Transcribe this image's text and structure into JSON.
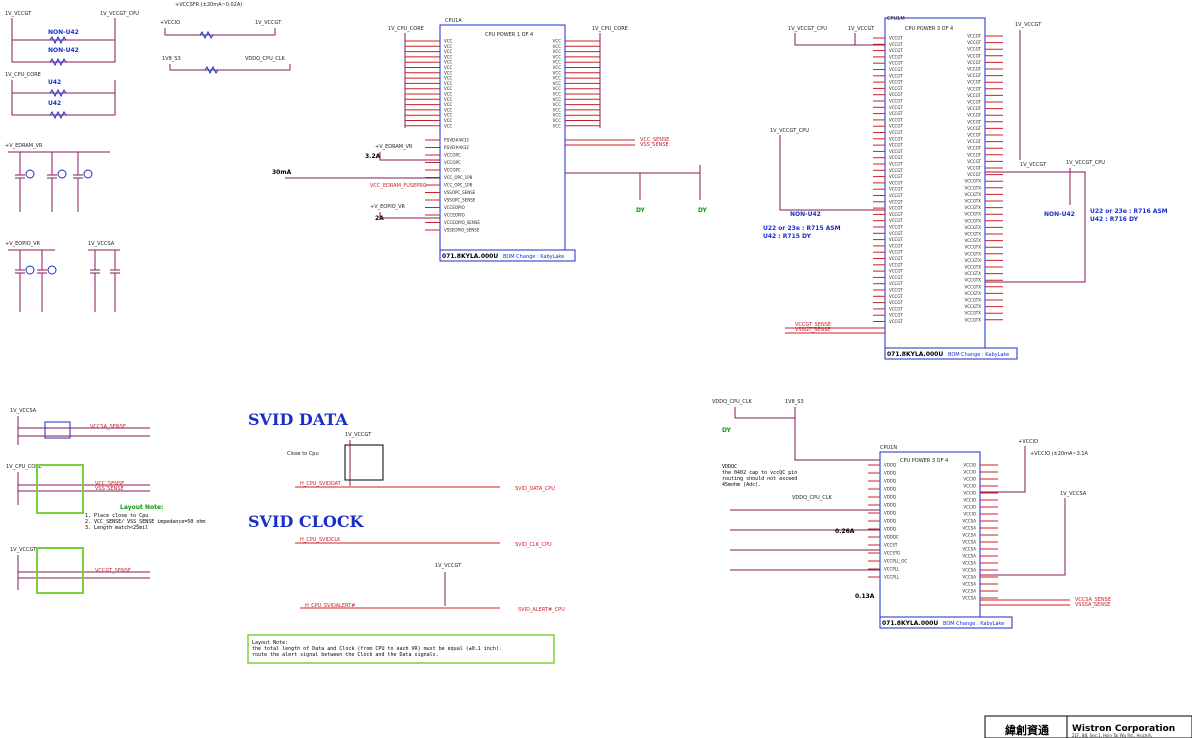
{
  "parts": {
    "u1": {
      "ref": "CPU1A",
      "title": "CPU POWER 1 OF 4",
      "bom": "071.8KYLA.000U",
      "bom_note": "BOM Change : KabyLake"
    },
    "u2": {
      "ref": "CPU1M",
      "title": "CPU POWER 3 OF 4",
      "bom": "071.8KYLA.000U",
      "bom_note": "BOM Change : KabyLake"
    },
    "u3": {
      "ref": "CPU1N",
      "title": "CPU POWER 3 OF 4",
      "bom": "071.8KYLA.000U",
      "bom_note": "BOM Change : KabyLake"
    }
  },
  "labels": {
    "non_u42_1": "NON-U42",
    "non_u42_2": "NON-U42",
    "u42_1": "U42",
    "u42_2": "U42",
    "non_u42_3": "NON-U42",
    "non_u42_4": "NON-U42",
    "note_r715_a": "U22 or 23e : R715 ASM",
    "note_r715_b": "U42 : R715 DY",
    "note_r716_a": "U22 or 23e : R716 ASM",
    "note_r716_b": "U42 : R716 DY",
    "svid_data": "SVID DATA",
    "svid_clock": "SVID CLOCK",
    "layout_title": "Layout Note:",
    "layout_1": "1. Place close to Cpu",
    "layout_2": "2. VCC_SENSE/ VSS_SENSE impedance=50 ohm",
    "layout_3": "3. Length match<25mil",
    "layout2_title": "Layout Note:",
    "layout2_1": "the total length of Data and Clock (from CPU to each VR) must be equal (±0.1 inch).",
    "layout2_2": "route the alert signal between the Clock and the Data signals.",
    "vddq_note_1": "VDDQC",
    "vddq_note_2": "the 0402 cap to vccQC pin",
    "vddq_note_3": "routing should not exceed",
    "vddq_note_4": "45mohm (Adc).",
    "close_cpu": "Close to Cpu",
    "company": "Wistron Corporation",
    "company_cn": "緯創資通",
    "addr": "21F, 88, Sec.1, Hsin Tai Wu Rd., Hsichih,",
    "vccsfr": "+VCCSFR (±20mA~0.02A)",
    "vccio_cur": "+VCCIO (±20mA~3.1A",
    "amp_32": "3.2A",
    "amp_30": "30mA",
    "amp_2": "2A",
    "amp_026": "0.26A",
    "amp_013": "0.13A",
    "dy1": "DY",
    "dy2": "DY",
    "dy3": "DY"
  },
  "nets": {
    "vccgt": "1V_VCCGT",
    "vccgt_cpu": "1V_VCCGT_CPU",
    "cpu_core": "1V_CPU_CORE",
    "edram_vr": "+V_EDRAM_VR",
    "edram_vr2": "+V_EDRAM_VR",
    "eopio_vr": "+V_EOPIO_VR",
    "vccsa": "1V_VCCSA",
    "vddq": "VDDQ_CPU_CLK",
    "vcc1v8": "1V8_S3",
    "vcc_sense": "VCC_SENSE",
    "vss_sense": "VSS_SENSE",
    "vccgt_sense": "VCCGT_SENSE",
    "vssgt_sense": "VSSGT_SENSE",
    "vccsa_sense": "VCCSA_SENSE",
    "vsssa_sense": "VSSSA_SENSE",
    "svid_data": "SVID_DATA_CPU",
    "svid_clk": "SVID_CLK_CPU",
    "svid_alert": "SVID_ALERT#_CPU",
    "h_svid_data": "H_CPU_SVIDDAT",
    "h_svid_clk": "H_CPU_SVIDCLK",
    "h_svid_alert": "H_CPU_SVIDALERT#",
    "edram_fuse": "VCC_EDRAM_FUSEPRG",
    "vccio": "+VCCIO"
  },
  "pins_left_u1": [
    "VCC",
    "VCC",
    "VCC",
    "VCC",
    "VCC",
    "VCC",
    "VCC",
    "VCC",
    "VCC",
    "VCC",
    "VCC",
    "VCC",
    "VCC",
    "VCC",
    "VCC",
    "VCC",
    "VCC"
  ],
  "pins_right_u1": [
    "VCC",
    "VCC",
    "VCC",
    "VCC",
    "VCC",
    "VCC",
    "VCC",
    "VCC",
    "VCC",
    "VCC",
    "VCC",
    "VCC",
    "VCC",
    "VCC",
    "VCC",
    "VCC",
    "VCC"
  ],
  "pins_left_u1b": [
    "RSVD#AK32",
    "RSVD#AK32",
    "VCCOPC",
    "VCCOPC",
    "VCCOPC",
    "VCC_OPC_1P8",
    "VCC_OPC_1P8",
    "VSSOPC_SENSE",
    "VSSOPC_SENSE",
    "VCCEOPIO",
    "VCCEOPIO",
    "VCCEOPIO_SENSE",
    "VSSEOPIO_SENSE"
  ],
  "pins_left_u2": [
    "VCCGT",
    "VCCGT",
    "VCCGT",
    "VCCGT",
    "VCCGT",
    "VCCGT",
    "VCCGT",
    "VCCGT",
    "VCCGT",
    "VCCGT",
    "VCCGT",
    "VCCGT",
    "VCCGT",
    "VCCGT",
    "VCCGT",
    "VCCGT",
    "VCCGT",
    "VCCGT",
    "VCCGT",
    "VCCGT",
    "VCCGT",
    "VCCGT",
    "VCCGT",
    "VCCGT",
    "VCCGT",
    "VCCGT",
    "VCCGT",
    "VCCGT",
    "VCCGT",
    "VCCGT",
    "VCCGT",
    "VCCGT",
    "VCCGT",
    "VCCGT",
    "VCCGT",
    "VCCGT",
    "VCCGT",
    "VCCGT",
    "VCCGT",
    "VCCGT",
    "VCCGT",
    "VCCGT",
    "VCCGT",
    "VCCGT",
    "VCCGT",
    "VCCGT"
  ],
  "pins_right_u2": [
    "VCCGT",
    "VCCGT",
    "VCCGT",
    "VCCGT",
    "VCCGT",
    "VCCGT",
    "VCCGT",
    "VCCGT",
    "VCCGT",
    "VCCGT",
    "VCCGT",
    "VCCGT",
    "VCCGT",
    "VCCGT",
    "VCCGT",
    "VCCGT",
    "VCCGT",
    "VCCGT",
    "VCCGT",
    "VCCGT",
    "VCCGT",
    "VCCGT",
    "VCCGTX",
    "VCCGTX",
    "VCCGTX",
    "VCCGTX",
    "VCCGTX",
    "VCCGTX",
    "VCCGTX",
    "VCCGTX",
    "VCCGTX",
    "VCCGTX",
    "VCCGTX",
    "VCCGTX",
    "VCCGTX",
    "VCCGTX",
    "VCCGTX",
    "VCCGTX",
    "VCCGTX",
    "VCCGTX",
    "VCCGTX",
    "VCCGTX",
    "VCCGTX",
    "VCCGTX"
  ],
  "pins_left_u3": [
    "VDDQ",
    "VDDQ",
    "VDDQ",
    "VDDQ",
    "VDDQ",
    "VDDQ",
    "VDDQ",
    "VDDQ",
    "VDDQ",
    "VDDQC",
    "VCCST",
    "VCCSTG",
    "VCCPLL_OC",
    "VCCPLL",
    "VCCPLL"
  ],
  "pins_right_u3": [
    "VCCIO",
    "VCCIO",
    "VCCIO",
    "VCCIO",
    "VCCIO",
    "VCCIO",
    "VCCIO",
    "VCCIO",
    "VCCSA",
    "VCCSA",
    "VCCSA",
    "VCCSA",
    "VCCSA",
    "VCCSA",
    "VCCSA",
    "VCCSA",
    "VCCSA",
    "VCCSA",
    "VCCSA",
    "VCCSA"
  ],
  "colors": {
    "wire": "#8a1a5a",
    "red": "#c8202a",
    "blue": "#1a2ec8",
    "green": "#0a9a0a"
  }
}
